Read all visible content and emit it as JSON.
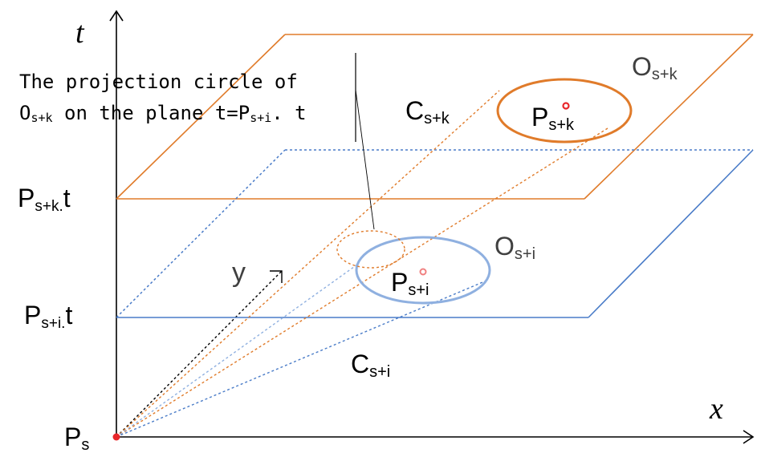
{
  "axes": {
    "t": "t",
    "x": "x",
    "y": "y"
  },
  "origin": {
    "main": "P",
    "sub": "s"
  },
  "levels": {
    "upper": {
      "main": "P",
      "sub": "s+k.",
      "suffix": "t"
    },
    "lower": {
      "main": "P",
      "sub": "s+i.",
      "suffix": "t"
    }
  },
  "points": {
    "upper": {
      "main": "P",
      "sub": "s+k"
    },
    "lower": {
      "main": "P",
      "sub": "s+i"
    }
  },
  "circles": {
    "upper": {
      "main": "O",
      "sub": "s+k"
    },
    "lower": {
      "main": "O",
      "sub": "s+i"
    }
  },
  "cones": {
    "upper": {
      "main": "C",
      "sub": "s+k"
    },
    "lower": {
      "main": "C",
      "sub": "s+i"
    }
  },
  "annotation": {
    "line1": "The projection circle of",
    "line2_main1": "O",
    "line2_sub1": "s+k",
    "line2_mid": " on the plane t=P",
    "line2_sub2": "s+i",
    "line2_end": ". t"
  },
  "colors": {
    "orange": "#E07B2A",
    "blue": "#4A7CC8",
    "lightBlue": "#8FB0E0",
    "red": "#E8262A",
    "black": "#000000",
    "gray": "#404040"
  }
}
